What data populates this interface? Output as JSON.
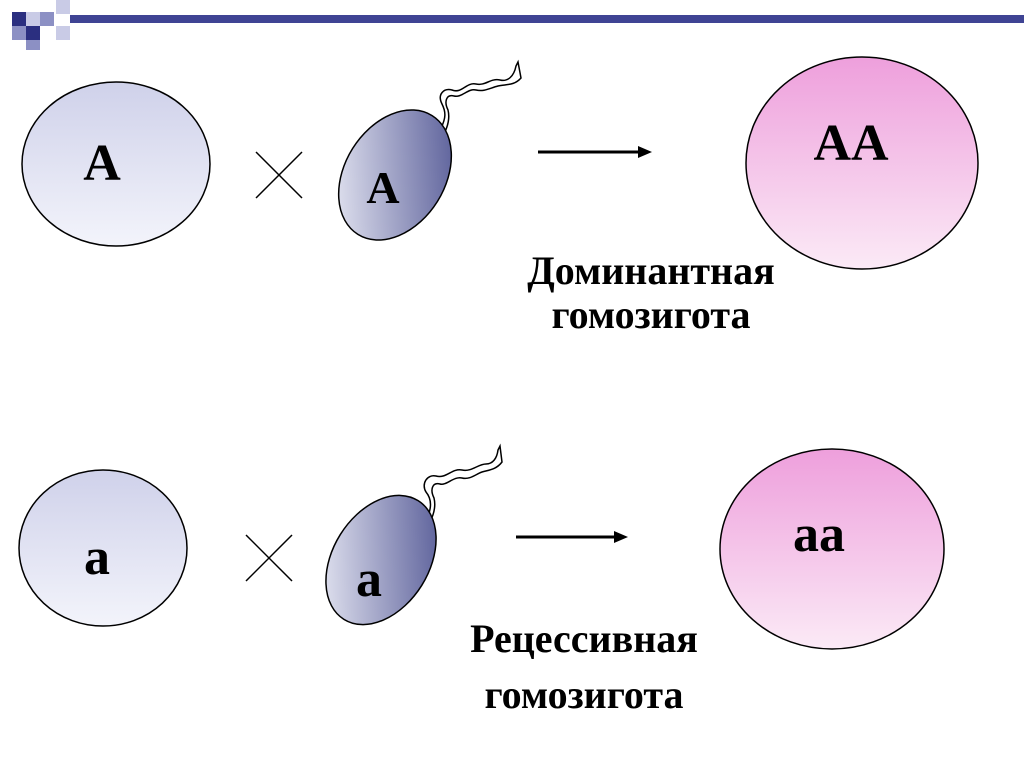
{
  "colors": {
    "header_bar": "#3f4494",
    "deco_dark": "#2b2f80",
    "deco_mid": "#8c90c4",
    "deco_light": "#c9cbe6",
    "egg_top": "#cfd1ea",
    "egg_bottom": "#f3f4fb",
    "sperm_dark": "#4a4f8f",
    "sperm_light": "#f3f4fb",
    "zygote_top": "#ee9fdc",
    "zygote_bottom": "#fbeaf6"
  },
  "rows": [
    {
      "egg_allele": "A",
      "sperm_allele": "A",
      "cross_symbol": "cross-icon",
      "arrow_symbol": "arrow-right-icon",
      "zygote_genotype": "AA",
      "caption_line1": "Доминантная",
      "caption_line2": "гомозигота"
    },
    {
      "egg_allele": "a",
      "sperm_allele": "a",
      "cross_symbol": "cross-icon",
      "arrow_symbol": "arrow-right-icon",
      "zygote_genotype": "aa",
      "caption_line1": "Рецессивная",
      "caption_line2": "гомозигота"
    }
  ]
}
